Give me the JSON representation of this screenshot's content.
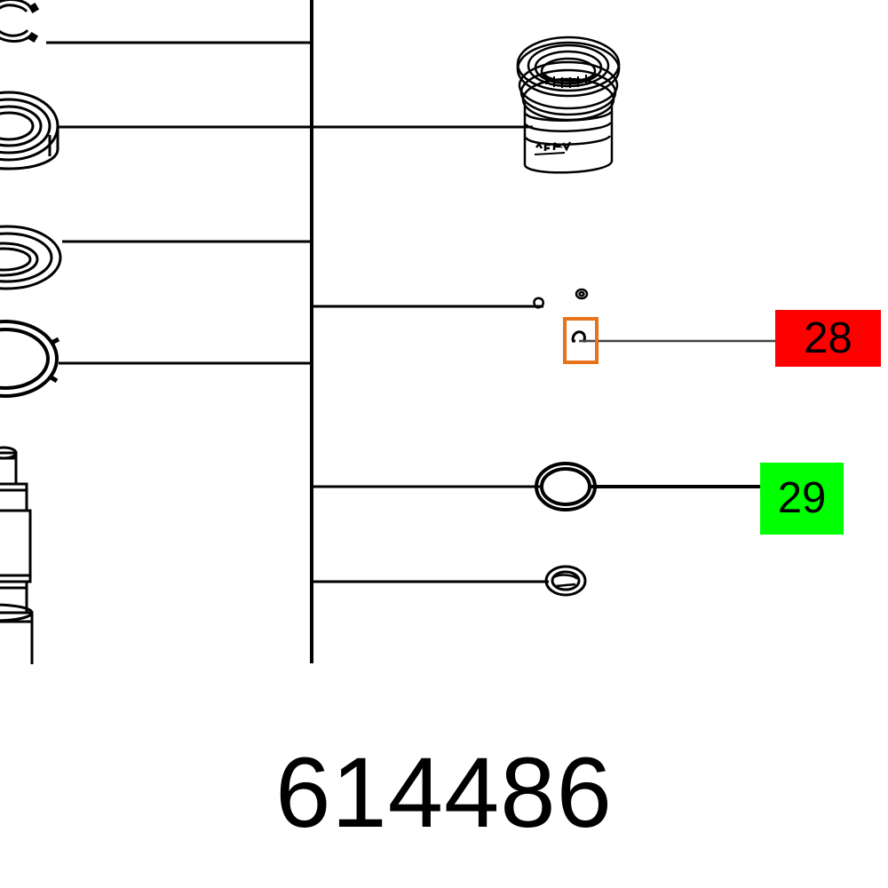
{
  "document": {
    "type": "exploded-parts-diagram",
    "part_number": "614486"
  },
  "callouts": [
    {
      "id": "28",
      "label": "28",
      "background_color": "#ff0000",
      "text_color": "#000000",
      "highlighted": true,
      "highlight_border_color": "#e8711a"
    },
    {
      "id": "29",
      "label": "29",
      "background_color": "#00ff00",
      "text_color": "#000000",
      "highlighted": false
    }
  ],
  "callout_28": {
    "label": "28"
  },
  "callout_29": {
    "label": "29"
  },
  "parts": [
    {
      "name": "retaining-snap-ring",
      "position": "left-column-row-1"
    },
    {
      "name": "ball-bearing",
      "position": "left-column-row-2"
    },
    {
      "name": "seal-ring-large",
      "position": "left-column-row-3"
    },
    {
      "name": "seal-ring-open",
      "position": "left-column-row-4"
    },
    {
      "name": "spindle-shaft",
      "position": "left-column-row-5"
    },
    {
      "name": "bearing-housing-sleeve",
      "position": "right-column-row-1"
    },
    {
      "name": "small-clip",
      "position": "right-column-row-2a"
    },
    {
      "name": "small-ring",
      "position": "right-column-row-2b"
    },
    {
      "name": "retaining-clip-28",
      "position": "right-column-row-3"
    },
    {
      "name": "o-ring-29",
      "position": "right-column-row-4"
    },
    {
      "name": "lock-washer",
      "position": "right-column-row-5"
    }
  ],
  "colors": {
    "line": "#000000",
    "leader_thin": "#444444",
    "highlight": "#e8711a",
    "red": "#ff0000",
    "green": "#00ff00",
    "background": "#ffffff"
  }
}
